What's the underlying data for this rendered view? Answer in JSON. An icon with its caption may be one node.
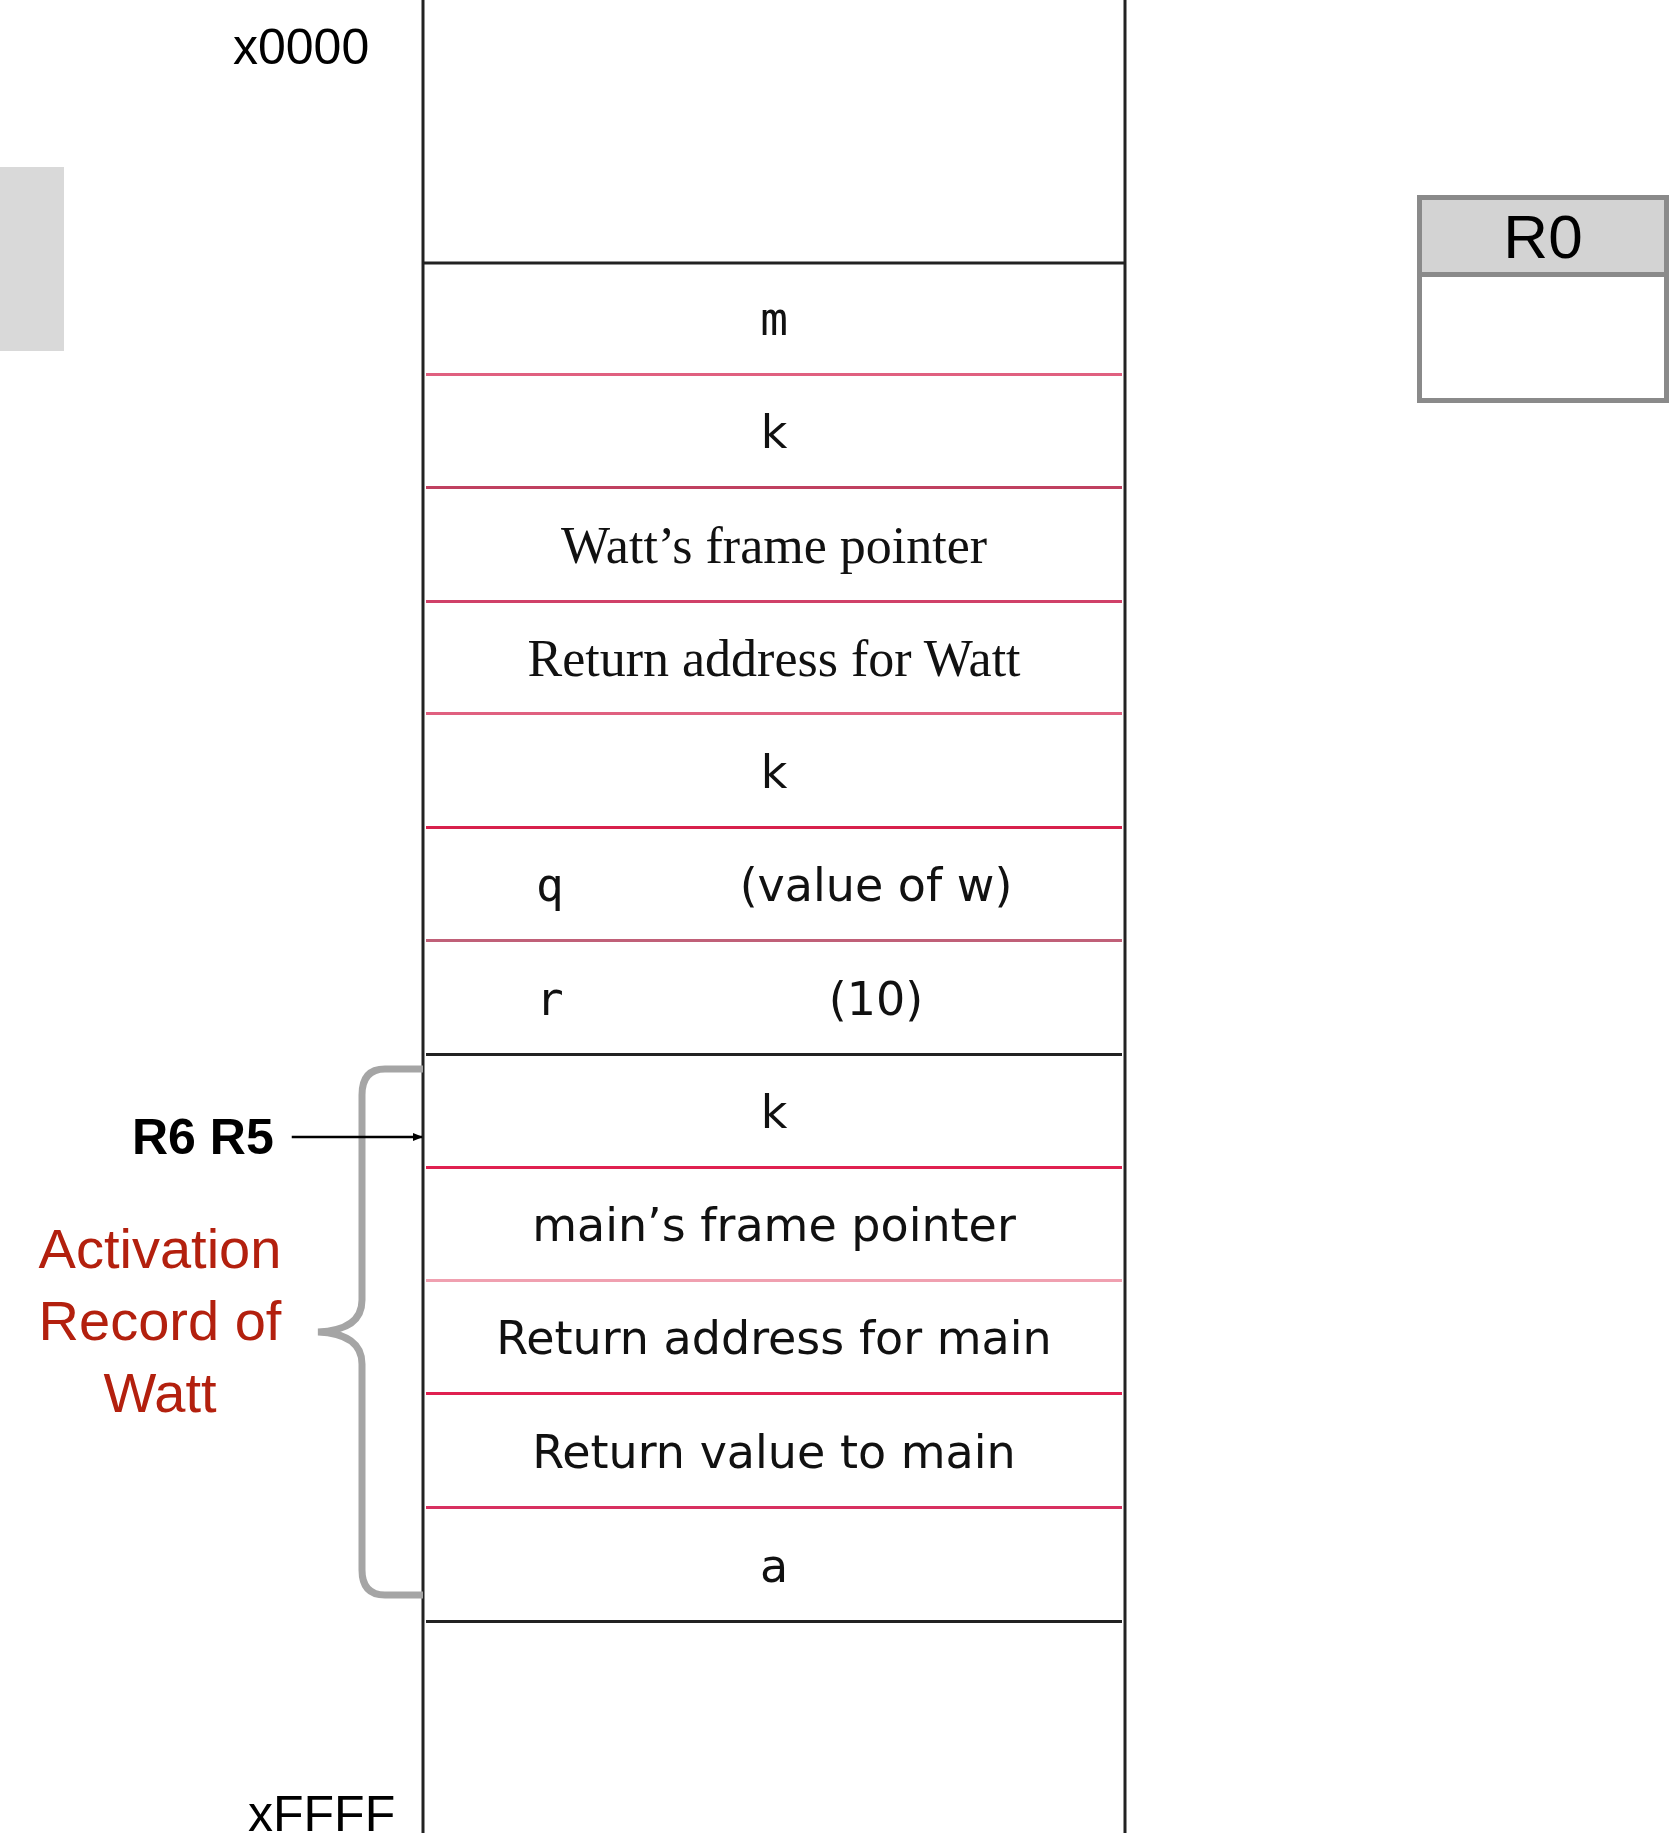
{
  "diagram": {
    "nodes": [
      {
        "text": [
          "m"
        ]
      },
      {
        "text": [
          "k"
        ]
      },
      {
        "text": [
          "Watt’s frame pointer"
        ]
      },
      {
        "text": [
          "Return address for Watt"
        ]
      },
      {
        "text": [
          "k"
        ]
      },
      {
        "text": [
          "q",
          "(value of w)"
        ]
      },
      {
        "text": [
          "r",
          "(10)"
        ]
      },
      {
        "text": [
          "k"
        ]
      },
      {
        "text": [
          "main’s frame pointer"
        ]
      },
      {
        "text": [
          "Return address for main"
        ]
      },
      {
        "text": [
          "Return value to main"
        ]
      },
      {
        "text": [
          "a"
        ]
      },
      {
        "text": [
          "R6 R5"
        ]
      },
      {
        "text": [
          "R0"
        ]
      },
      {
        "text": [],
        "shape": "box"
      }
    ],
    "edges": [
      {
        "from": 12,
        "to": 7,
        "arrow": "to"
      }
    ],
    "labels": [
      "x0000",
      "Activation Record of Watt",
      "xFFFF"
    ]
  }
}
